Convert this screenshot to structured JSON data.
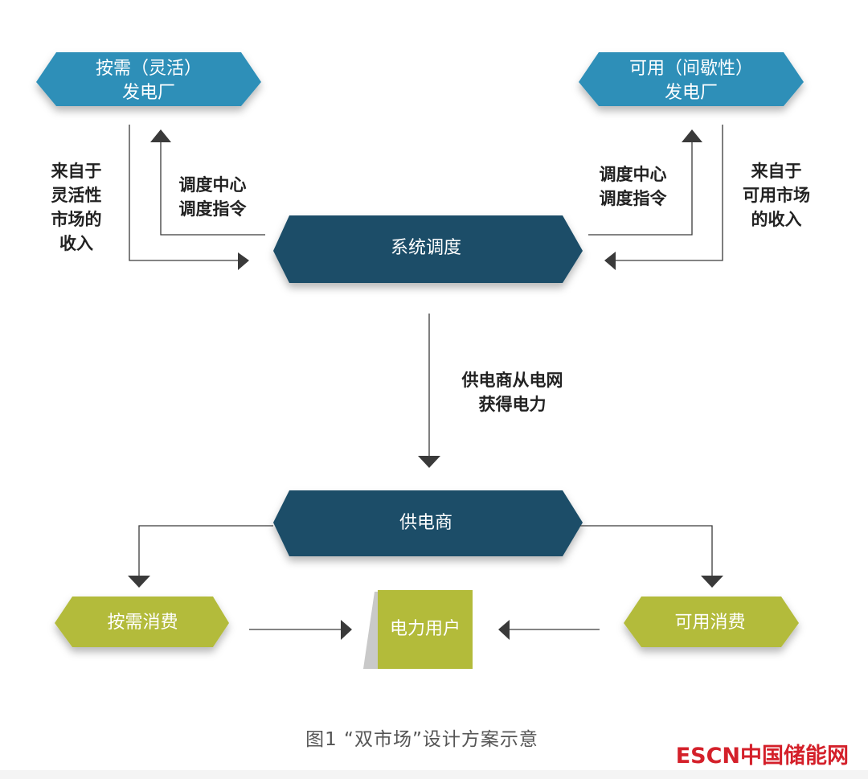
{
  "nodes": {
    "flexible_plant": "按需（灵活）\n发电厂",
    "intermittent_plant": "可用（间歇性）\n发电厂",
    "system_dispatch": "系统调度",
    "supplier": "供电商",
    "on_demand_consumption": "按需消费",
    "available_consumption": "可用消费",
    "power_user": "电力用户"
  },
  "edge_labels": {
    "flexible_income": "来自于\n灵活性\n市场的\n收入",
    "dispatch_command_left": "调度中心\n调度指令",
    "dispatch_command_right": "调度中心\n调度指令",
    "available_income": "来自于\n可用市场\n的收入",
    "supplier_from_grid": "供电商从电网\n获得电力"
  },
  "caption": "图1 “双市场”设计方案示意",
  "logo": "ESCN中国储能网",
  "colors": {
    "plant_blue": "#2f8fb8",
    "dispatch_navy": "#1c4e67",
    "consumer_green": "#b3bb3a",
    "arrow": "#3a3a3a",
    "logo_red": "#d4202a"
  }
}
